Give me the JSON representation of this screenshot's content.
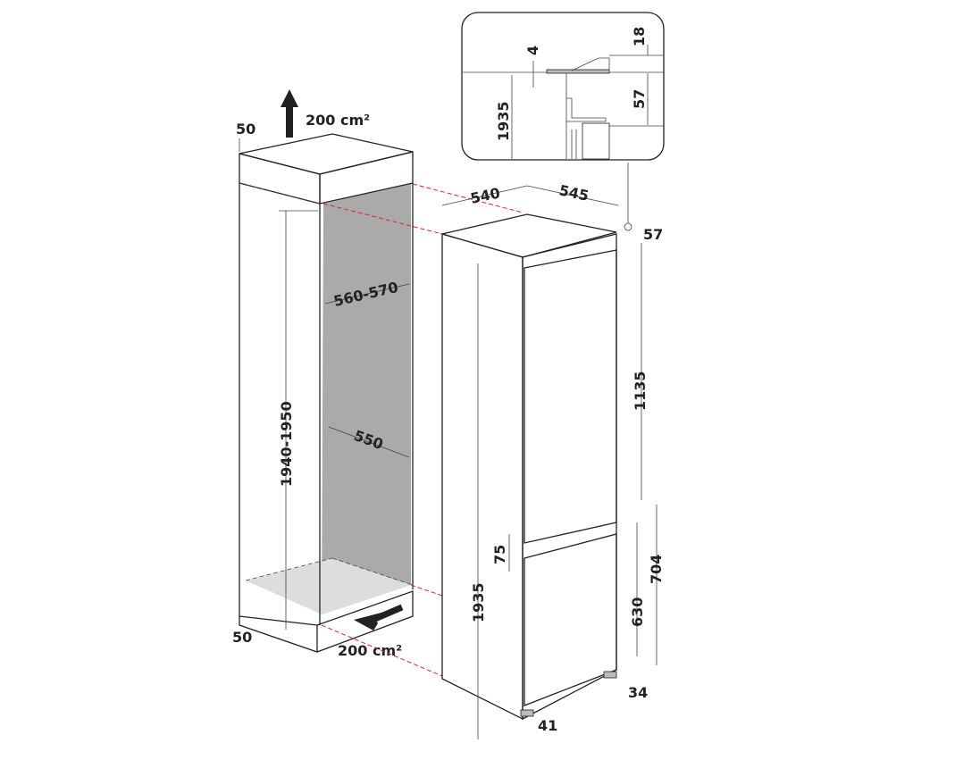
{
  "cabinet": {
    "top_vent_offset": "50",
    "top_vent_area": "200 cm²",
    "bottom_vent_offset": "50",
    "bottom_vent_area": "200 cm²",
    "inner_width": "560-570",
    "inner_depth": "550",
    "niche_height": "1940-1950"
  },
  "appliance": {
    "depth": "540",
    "width": "545",
    "top_gap": "57",
    "upper_door_height": "1135",
    "door_gap": "75",
    "lower_section_height": "704",
    "lower_door_height": "630",
    "total_height": "1935",
    "foot_height": "34",
    "foot_offset": "41"
  },
  "detail_inset": {
    "gap": "4",
    "top_thickness": "18",
    "height": "1935",
    "offset": "57"
  },
  "colors": {
    "niche_fill": "#aaaaaa",
    "guide_lines": "#dd2222"
  }
}
